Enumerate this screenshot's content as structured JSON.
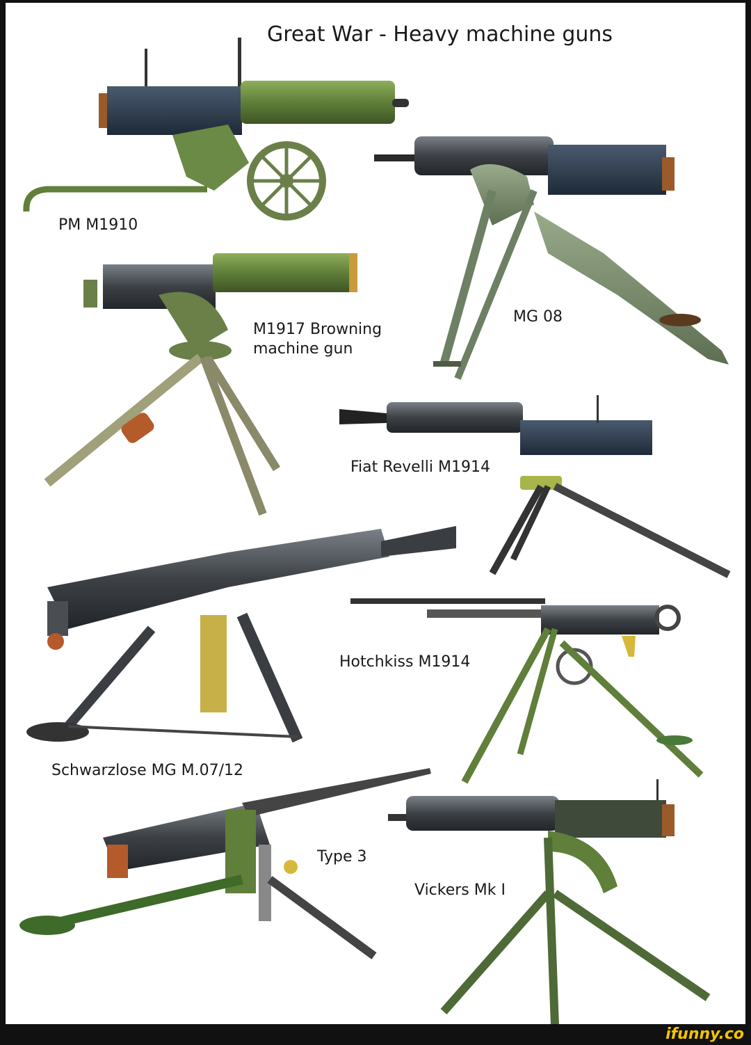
{
  "title": "Great War - Heavy machine guns",
  "labels": {
    "pm_m1910": "PM M1910",
    "mg08": "MG 08",
    "m1917_line1": "M1917 Browning",
    "m1917_line2": "machine gun",
    "fiat": "Fiat Revelli M1914",
    "hotchkiss": "Hotchkiss M1914",
    "schwarzlose": "Schwarzlose MG M.07/12",
    "type3": "Type 3",
    "vickers": "Vickers Mk I"
  },
  "watermark": "ifunny.co",
  "colors": {
    "accent_watermark": "#f5c400",
    "olive_green": "#5f7f3a",
    "steel_dark": "#3d4146",
    "wood": "#a35a2a"
  }
}
